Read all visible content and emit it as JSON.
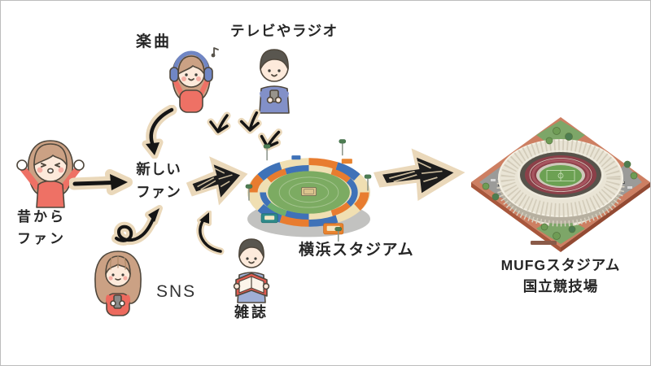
{
  "slide": {
    "background": "#ffffff",
    "border_color": "#bdbdbd"
  },
  "colors": {
    "ink": "#262626",
    "arrow_ink": "#1d1d1d",
    "arrow_halo": "#ead8ba",
    "shirt_red": "#ee7165",
    "shirt_blue": "#8290c8",
    "shirt_light_blue": "#9fafd6",
    "hair_brown": "#cba184",
    "hair_gray": "#59564f",
    "field_green": "#7cab62",
    "stand_orange": "#e87c2f",
    "stand_blue": "#3f72b8",
    "stand_cream": "#f0dfb2",
    "base_terracotta": "#cd7f62",
    "roof_cream": "#e9e4d5",
    "seat_maroon": "#8c4049"
  },
  "nodes": {
    "old_fan": {
      "character": "cheering-girl",
      "label_line1": "昔から",
      "label_line2": "ファン"
    },
    "music": {
      "character": "headphone-girl",
      "label": "楽曲"
    },
    "tv_radio": {
      "character": "boy-with-radio",
      "label": "テレビやラジオ"
    },
    "new_fan": {
      "label_line1": "新しい",
      "label_line2": "ファン"
    },
    "sns": {
      "character": "girl-with-phone",
      "label": "SNS"
    },
    "magazine": {
      "character": "boy-with-book",
      "label": "雑誌"
    },
    "yokohama_stadium": {
      "label": "横浜スタジアム"
    },
    "national_stadium": {
      "label_line1": "MUFGスタジアム",
      "label_line2": "国立競技場"
    }
  },
  "arrows": {
    "old_to_new": "straight-arrow",
    "music_to_new": "curved-down-arrow",
    "tv_to_stadium": "triple-chevron-arrows",
    "new_to_stadium": "big-sketch-arrow",
    "sns_to_new": "loop-arrow",
    "magazine_to_new": "hook-arrow",
    "stadium_to_national": "big-sketch-arrow"
  }
}
